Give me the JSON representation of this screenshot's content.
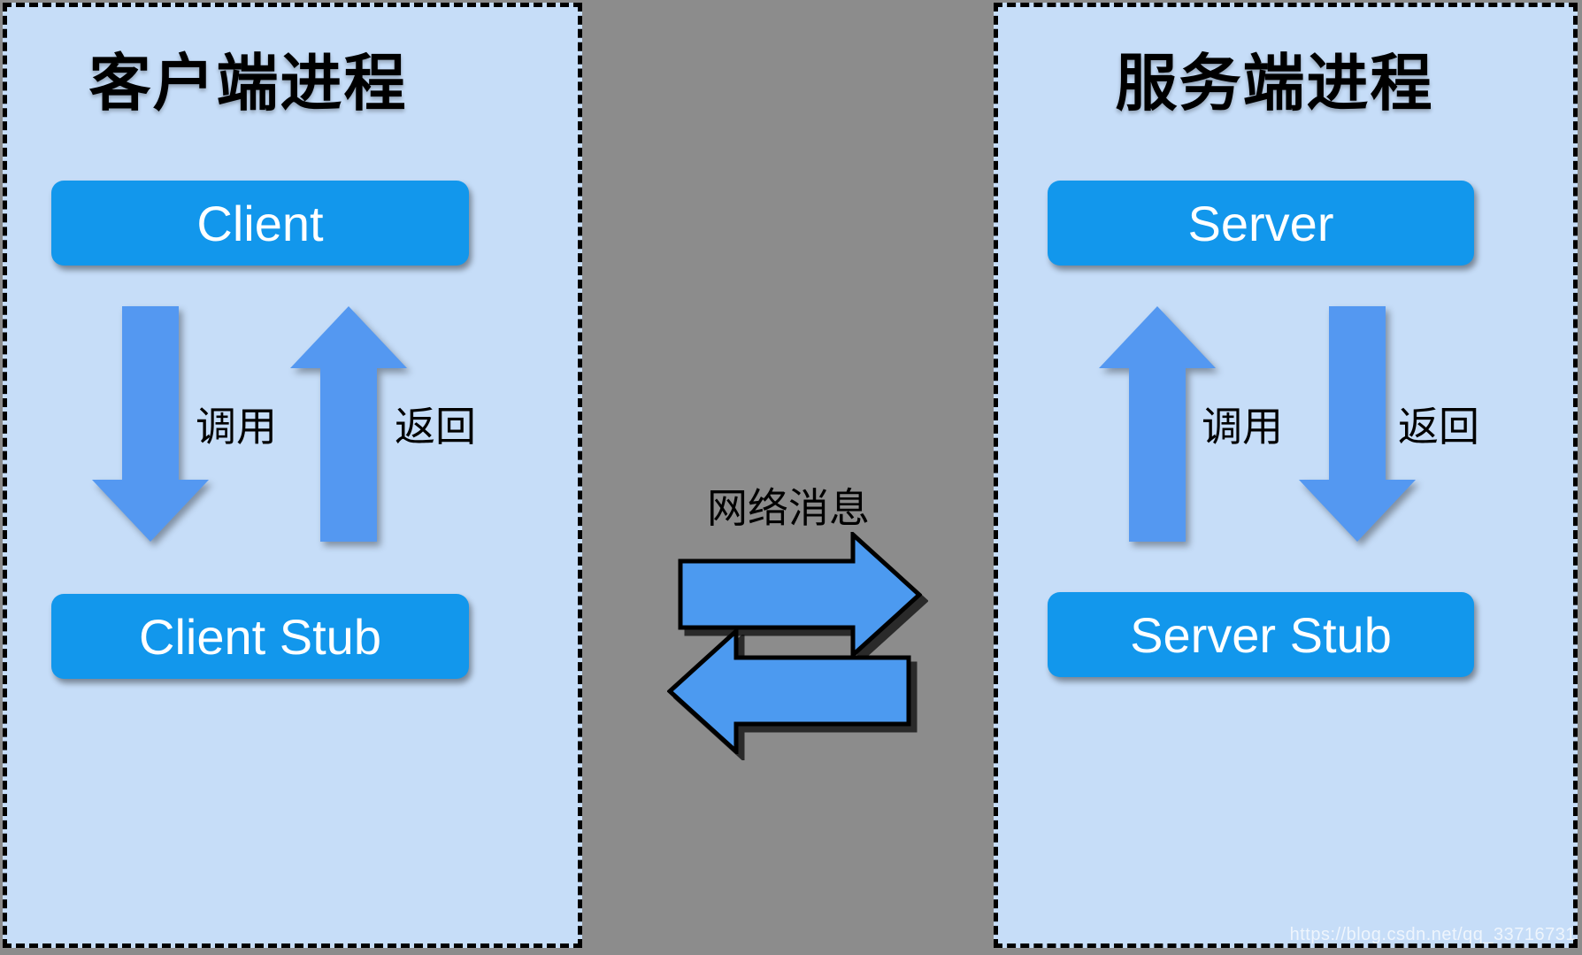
{
  "client_panel": {
    "title": "客户端进程",
    "top_box": "Client",
    "bottom_box": "Client Stub",
    "call_label": "调用",
    "return_label": "返回"
  },
  "server_panel": {
    "title": "服务端进程",
    "top_box": "Server",
    "bottom_box": "Server Stub",
    "call_label": "调用",
    "return_label": "返回"
  },
  "channel": {
    "label": "网络消息"
  },
  "watermark": "https://blog.csdn.net/qq_33716731",
  "colors": {
    "canvas_bg": "#8c8c8c",
    "panel_bg": "#c6ddf8",
    "box_blue": "#1297ec",
    "arrow_blue": "#5498f1",
    "channel_arrow_blue": "#4c9af0",
    "text_dark": "#000000",
    "box_text": "#ffffff"
  }
}
